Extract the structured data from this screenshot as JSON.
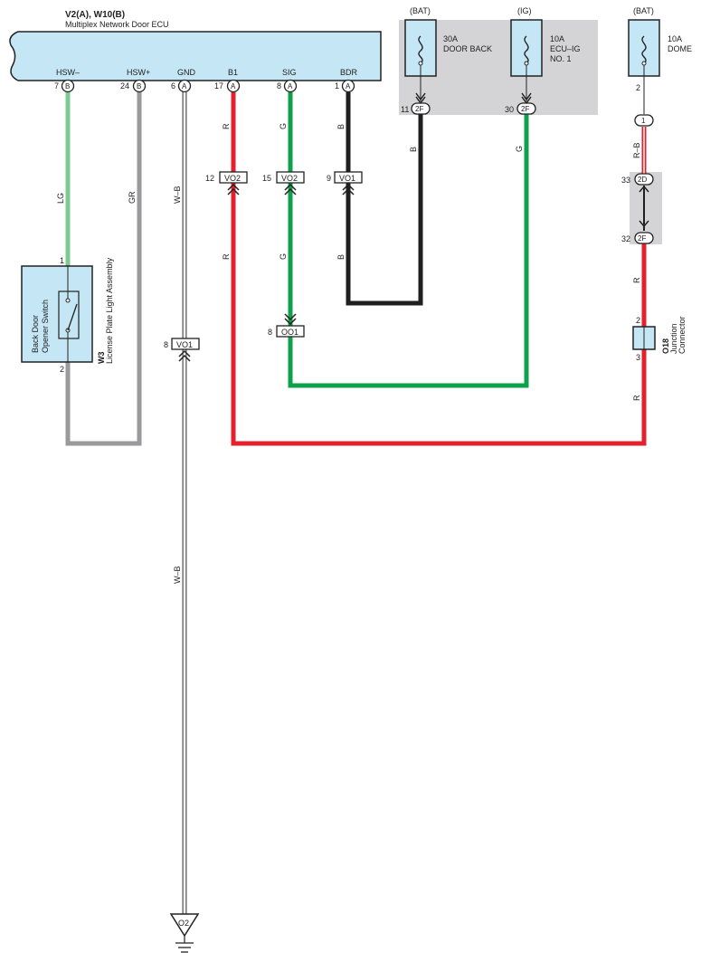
{
  "ecu": {
    "code": "V2(A), W10(B)",
    "name": "Multiplex Network Door ECU",
    "pins": [
      {
        "label": "HSW–",
        "num": "7",
        "conn": "B"
      },
      {
        "label": "HSW+",
        "num": "24",
        "conn": "B"
      },
      {
        "label": "GND",
        "num": "6",
        "conn": "A"
      },
      {
        "label": "B1",
        "num": "17",
        "conn": "A"
      },
      {
        "label": "SIG",
        "num": "8",
        "conn": "A"
      },
      {
        "label": "BDR",
        "num": "1",
        "conn": "A"
      }
    ]
  },
  "fuses": [
    {
      "source": "(BAT)",
      "rating": "30A",
      "name": "DOOR BACK",
      "pin": "11",
      "conn": "2F"
    },
    {
      "source": "(IG)",
      "rating": "10A",
      "name_line1": "ECU–IG",
      "name_line2": "NO. 1",
      "pin": "30",
      "conn": "2F"
    },
    {
      "source": "(BAT)",
      "rating": "10A",
      "name": "DOME",
      "pin": "2"
    }
  ],
  "junction_pins": {
    "j1": "1",
    "j2d_pin": "33",
    "j2d": "2D",
    "j2f_pin": "32",
    "j2f": "2F"
  },
  "connectors": {
    "vo2_r": {
      "pin": "12",
      "name": "VO2"
    },
    "vo2_g": {
      "pin": "15",
      "name": "VO2"
    },
    "vo1_b": {
      "pin": "9",
      "name": "VO1"
    },
    "oo1": {
      "pin": "8",
      "name": "OO1"
    },
    "vo1_gnd": {
      "pin": "8",
      "name": "VO1"
    }
  },
  "switch": {
    "label_line1": "Back Door",
    "label_line2": "Opener Switch",
    "code": "W3",
    "name": "License Plate Light Assembly",
    "pin_top": "1",
    "pin_bottom": "2"
  },
  "junction_connector": {
    "code": "O18",
    "line1": "Junction",
    "line2": "Connector",
    "pin_top": "2",
    "pin_bottom": "3"
  },
  "ground": {
    "name": "O2"
  },
  "wire_colors": {
    "lg": "LG",
    "gr": "GR",
    "wb": "W–B",
    "r": "R",
    "g": "G",
    "b": "B",
    "rb": "R–B"
  },
  "colors": {
    "ecu_fill": "#c5e6f4",
    "panel_gray": "#d4d4d6",
    "wire_lg": "#7cc994",
    "wire_gr": "#9a9a9c",
    "wire_r": "#e3202b",
    "wire_g": "#0ca14a",
    "wire_b": "#1f1f1f"
  }
}
